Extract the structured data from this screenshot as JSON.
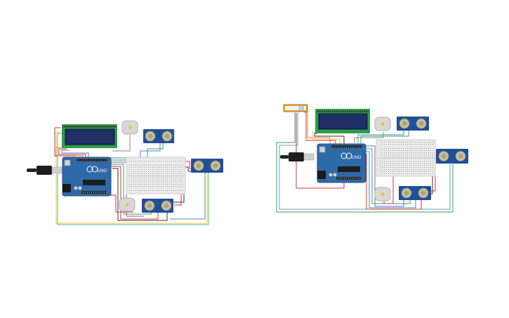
{
  "canvas": {
    "background": "#ffffff"
  },
  "colors": {
    "arduino_board": "#2f6aa8",
    "arduino_dark": "#1f4f86",
    "lcd_frame": "#2f9b4b",
    "lcd_screen": "#1b2a5a",
    "sensor_board": "#1f4f9a",
    "sensor_eye": "#c8c2a0",
    "motor_body": "#d8d8d8",
    "breadboard": "#e9e9e9",
    "wire_red": "#d9313a",
    "wire_green": "#3aa35b",
    "wire_yellow": "#e8c43a",
    "wire_orange": "#e58a2b",
    "wire_blue": "#4a86c8",
    "wire_black": "#333333",
    "wire_gray": "#8a8a8a",
    "wire_purple": "#8a5fb0",
    "usb_cable": "#222222"
  },
  "circuits": [
    {
      "id": "circuit-left",
      "board_label": "UNO",
      "components": [
        "lcd-16x2",
        "arduino-uno",
        "breadboard",
        "ultrasonic-sensor",
        "ultrasonic-sensor",
        "ultrasonic-sensor",
        "dc-motor",
        "dc-motor",
        "usb-cable"
      ]
    },
    {
      "id": "circuit-right",
      "board_label": "UNO",
      "components": [
        "potentiometer",
        "lcd-16x2",
        "arduino-uno",
        "breadboard",
        "ultrasonic-sensor",
        "ultrasonic-sensor",
        "ultrasonic-sensor",
        "dc-motor",
        "dc-motor",
        "usb-cable"
      ]
    }
  ]
}
